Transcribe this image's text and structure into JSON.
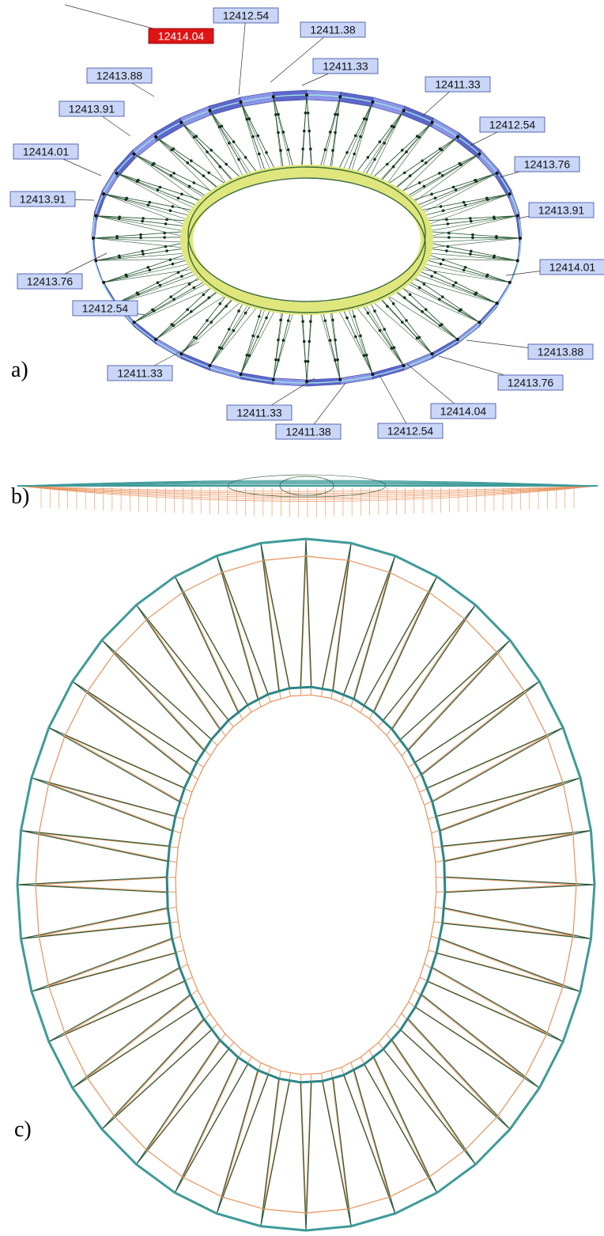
{
  "panels": {
    "a": "a)",
    "b": "b)",
    "c": "c)"
  },
  "colors": {
    "outer_ring": "#5d67c9",
    "outer_ring_light": "#8c95e6",
    "inner_ring": "#dfe77c",
    "cable": "#2e5b38",
    "cable_teal": "#3f9a9a",
    "deformed": "#e8915b",
    "label_fill": "#c9d6f7",
    "label_border": "#3b4aa0",
    "label_highlight": "#e01414"
  },
  "labels": [
    {
      "text": "12414.04",
      "highlight": true
    },
    {
      "text": "12412.54",
      "highlight": false
    },
    {
      "text": "12411.38",
      "highlight": false
    },
    {
      "text": "12411.33",
      "highlight": false
    },
    {
      "text": "12411.33",
      "highlight": false
    },
    {
      "text": "12413.88",
      "highlight": false
    },
    {
      "text": "12412.54",
      "highlight": false
    },
    {
      "text": "12413.91",
      "highlight": false
    },
    {
      "text": "12413.76",
      "highlight": false
    },
    {
      "text": "12414.01",
      "highlight": false
    },
    {
      "text": "12413.91",
      "highlight": false
    },
    {
      "text": "12413.91",
      "highlight": false
    },
    {
      "text": "12414.01",
      "highlight": false
    },
    {
      "text": "12413.76",
      "highlight": false
    },
    {
      "text": "12412.54",
      "highlight": false
    },
    {
      "text": "12413.88",
      "highlight": false
    },
    {
      "text": "12411.33",
      "highlight": false
    },
    {
      "text": "12413.76",
      "highlight": false
    },
    {
      "text": "12414.04",
      "highlight": false
    },
    {
      "text": "12411.33",
      "highlight": false
    },
    {
      "text": "12412.54",
      "highlight": false
    },
    {
      "text": "12411.38",
      "highlight": false
    }
  ]
}
